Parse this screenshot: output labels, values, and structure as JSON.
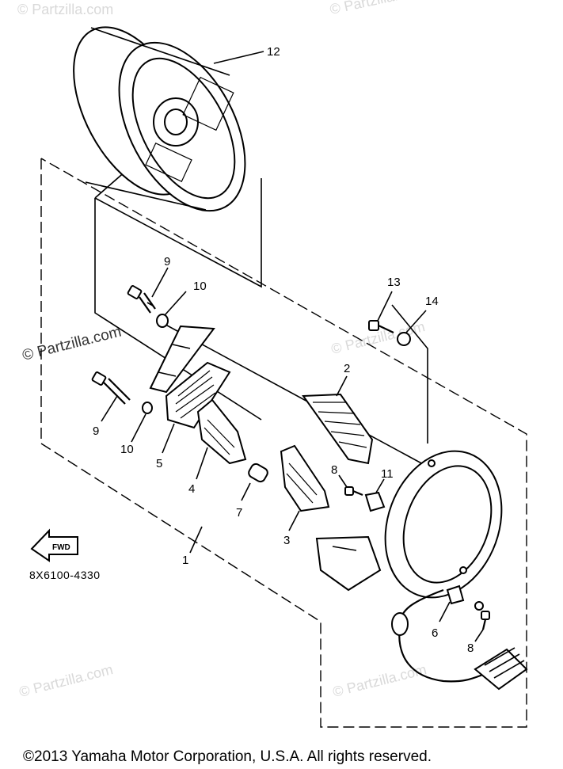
{
  "watermarks": {
    "top_left": "© Partzilla.com",
    "top_right": "© Partzilla.com",
    "mid_left": "© Partzilla.com",
    "mid_right": "© Partzilla.com",
    "bottom_left": "© Partzilla.com",
    "bottom_right": "© Partzilla.com"
  },
  "callouts": {
    "c1": "1",
    "c2": "2",
    "c3": "3",
    "c4": "4",
    "c5": "5",
    "c6": "6",
    "c7": "7",
    "c8a": "8",
    "c8b": "8",
    "c9a": "9",
    "c9b": "9",
    "c10a": "10",
    "c10b": "10",
    "c11": "11",
    "c12": "12",
    "c13": "13",
    "c14": "14"
  },
  "fwd_label": "FWD",
  "diagram_code": "8X6100-4330",
  "copyright": "©2013  Yamaha Motor Corporation, U.S.A. All rights reserved."
}
